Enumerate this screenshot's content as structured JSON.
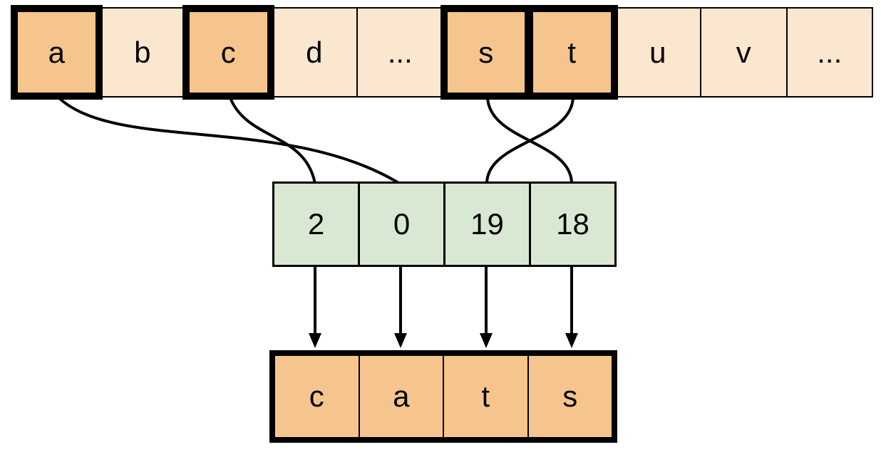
{
  "diagram": {
    "description_visible_text_only": "",
    "alphabet_row": {
      "cells": [
        {
          "label": "a",
          "highlighted": true
        },
        {
          "label": "b",
          "highlighted": false
        },
        {
          "label": "c",
          "highlighted": true
        },
        {
          "label": "d",
          "highlighted": false
        },
        {
          "label": "...",
          "highlighted": false
        },
        {
          "label": "s",
          "highlighted": true
        },
        {
          "label": "t",
          "highlighted": true
        },
        {
          "label": "u",
          "highlighted": false
        },
        {
          "label": "v",
          "highlighted": false
        },
        {
          "label": "...",
          "highlighted": false
        }
      ]
    },
    "index_row": {
      "cells": [
        {
          "label": "2"
        },
        {
          "label": "0"
        },
        {
          "label": "19"
        },
        {
          "label": "18"
        }
      ]
    },
    "output_row": {
      "cells": [
        {
          "label": "c"
        },
        {
          "label": "a"
        },
        {
          "label": "t"
        },
        {
          "label": "s"
        }
      ]
    },
    "mappings": {
      "letter_to_index": [
        {
          "from": "a",
          "to": "0"
        },
        {
          "from": "c",
          "to": "2"
        },
        {
          "from": "s",
          "to": "18"
        },
        {
          "from": "t",
          "to": "19"
        }
      ],
      "index_to_output": [
        {
          "from": "2",
          "to": "c"
        },
        {
          "from": "0",
          "to": "a"
        },
        {
          "from": "19",
          "to": "t"
        },
        {
          "from": "18",
          "to": "s"
        }
      ]
    },
    "colors": {
      "highlight_fill": "#F6C58D",
      "light_fill": "#FBE7D0",
      "index_fill": "#D9E8D3",
      "stroke": "#000000",
      "background": "#FFFFFF"
    }
  }
}
